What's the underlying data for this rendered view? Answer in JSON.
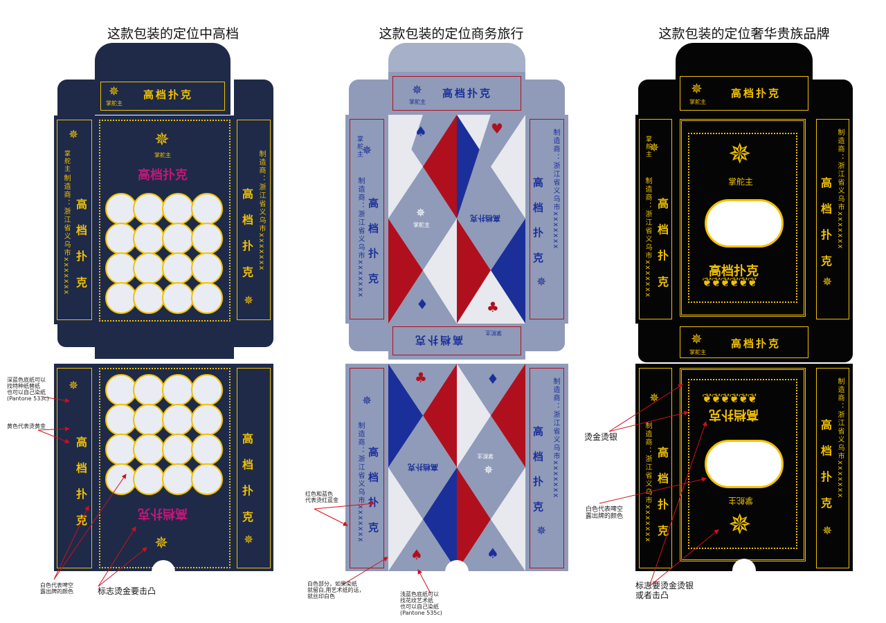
{
  "titles": {
    "left": "这款包装的定位中高档",
    "middle": "这款包装的定位商务旅行",
    "right": "这款包装的定位奢华贵族品牌"
  },
  "brand": {
    "name": "掌舵主",
    "product": "高档扑克",
    "product_spaced": "高 档 扑 克",
    "maker": "制造商：浙江省义乌市xxxxxxx"
  },
  "annotations": {
    "left_paper": "深蓝色底纸可以\n找特种纸替纸\n也可以自己染纸\n(Pantone 533c)",
    "left_gold": "黄色代表烫黄金",
    "left_white": "白色代表啤空\n露出牌的颜色",
    "left_logo": "标志烫金要击凸",
    "mid_redblue": "红色和蓝色\n代表烫红蓝金",
    "mid_white": "白色部分，如果染纸\n就留白,用艺术纸的话，\n就丝印白色",
    "mid_paper": "浅蓝色底纸可以\n找花纹艺术纸\n也可以自己染纸\n(Pantone 535c)",
    "right_foil": "烫金烫银",
    "right_white": "白色代表啤空\n露出牌的颜色",
    "right_logo": "标志要烫金烫银\n或者击凸"
  },
  "colors": {
    "navy": "#1e2a48",
    "gold": "#f2c200",
    "magenta": "#c2177a",
    "slate": "#8f9bb8",
    "red": "#b0101e",
    "blue": "#1b2f9a",
    "black": "#050505",
    "arrow": "#d0101c"
  },
  "icons": [
    "ship-wheel-icon",
    "spade-icon",
    "heart-icon",
    "diamond-icon",
    "club-icon",
    "laurel-icon"
  ]
}
